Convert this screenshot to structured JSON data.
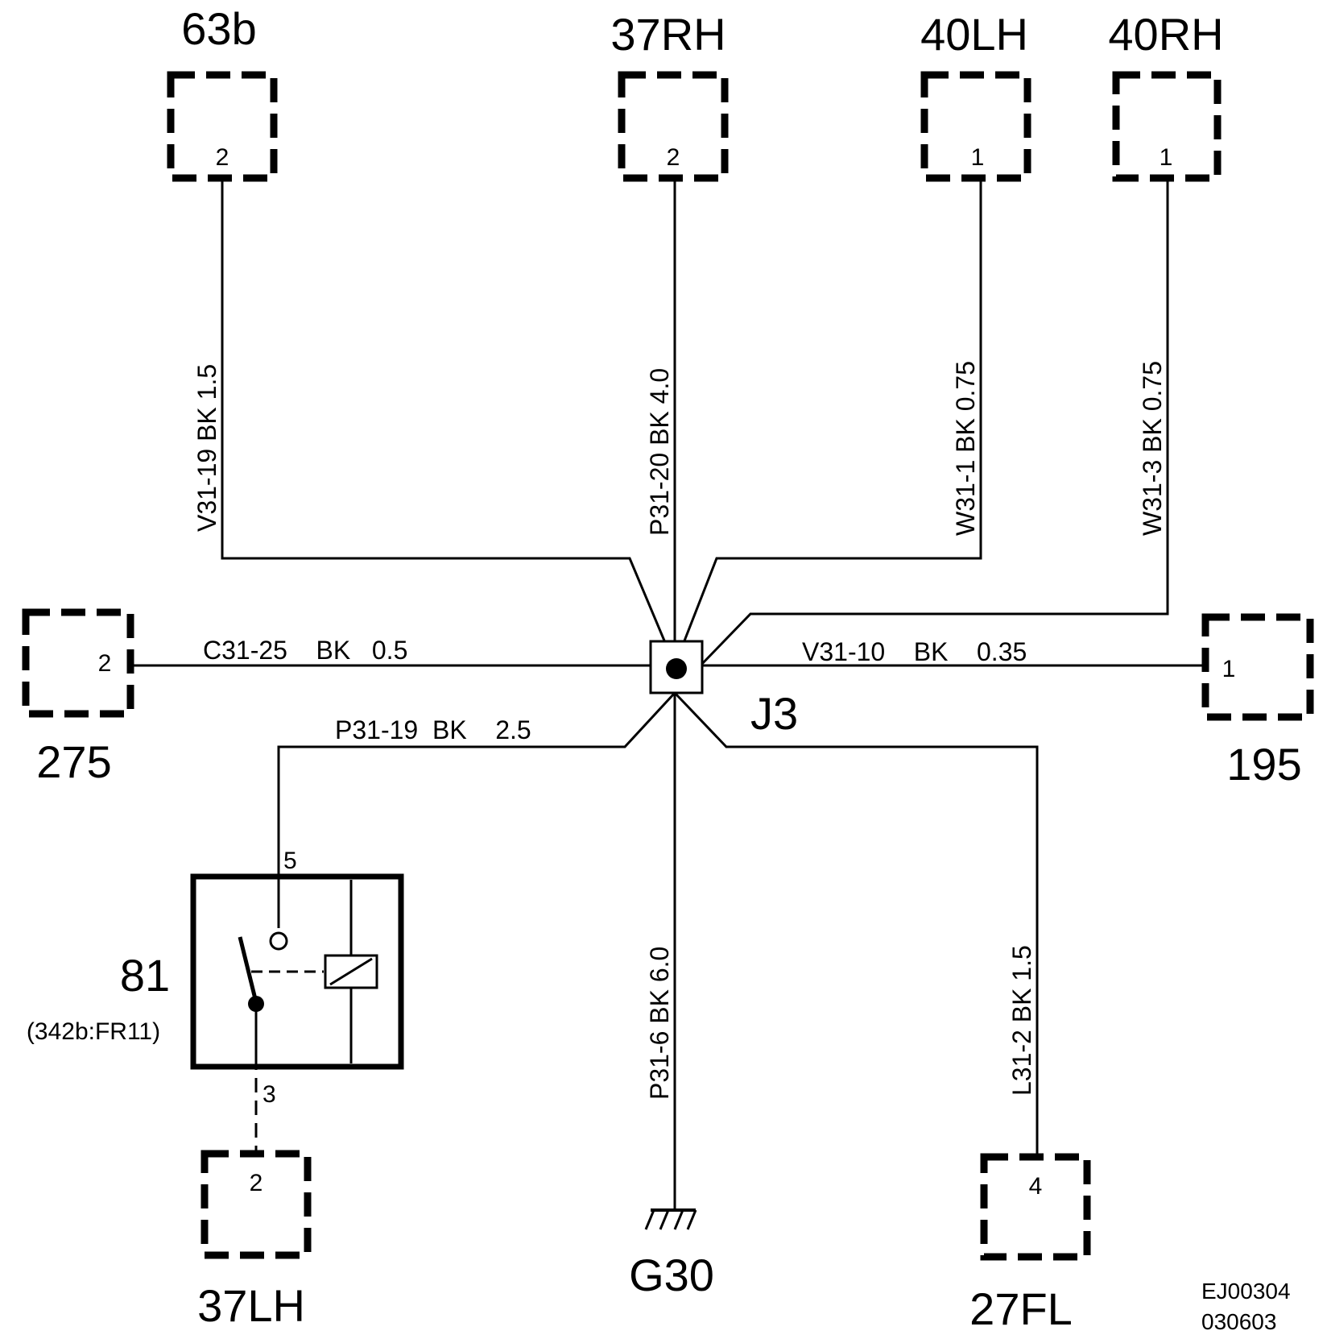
{
  "connectors": {
    "c63b": {
      "name": "63b",
      "pin": "2"
    },
    "c37rh": {
      "name": "37RH",
      "pin": "2"
    },
    "c40lh": {
      "name": "40LH",
      "pin": "1"
    },
    "c40rh": {
      "name": "40RH",
      "pin": "1"
    },
    "c275": {
      "name": "275",
      "pin": "2"
    },
    "c195": {
      "name": "195",
      "pin": "1"
    },
    "c37lh": {
      "name": "37LH",
      "pin": "2"
    },
    "c27fl": {
      "name": "27FL",
      "pin": "4"
    }
  },
  "splice": {
    "name": "J3"
  },
  "ground": {
    "name": "G30"
  },
  "relay": {
    "name": "81",
    "location": "(342b:FR11)",
    "pin_top": "5",
    "pin_bottom": "3"
  },
  "wires": {
    "v31_19": "V31-19  BK  1.5",
    "p31_20": "P31-20 BK  4.0",
    "w31_1": "W31-1   BK  0.75",
    "w31_3": "W31-3   BK  0.75",
    "c31_25": "C31-25    BK   0.5",
    "v31_10": "V31-10    BK    0.35",
    "p31_19": "P31-19  BK    2.5",
    "p31_6": "P31-6   BK  6.0",
    "l31_2": "L31-2   BK  1.5"
  },
  "drawing_ref": {
    "line1": "EJ00304",
    "line2": "030603"
  }
}
